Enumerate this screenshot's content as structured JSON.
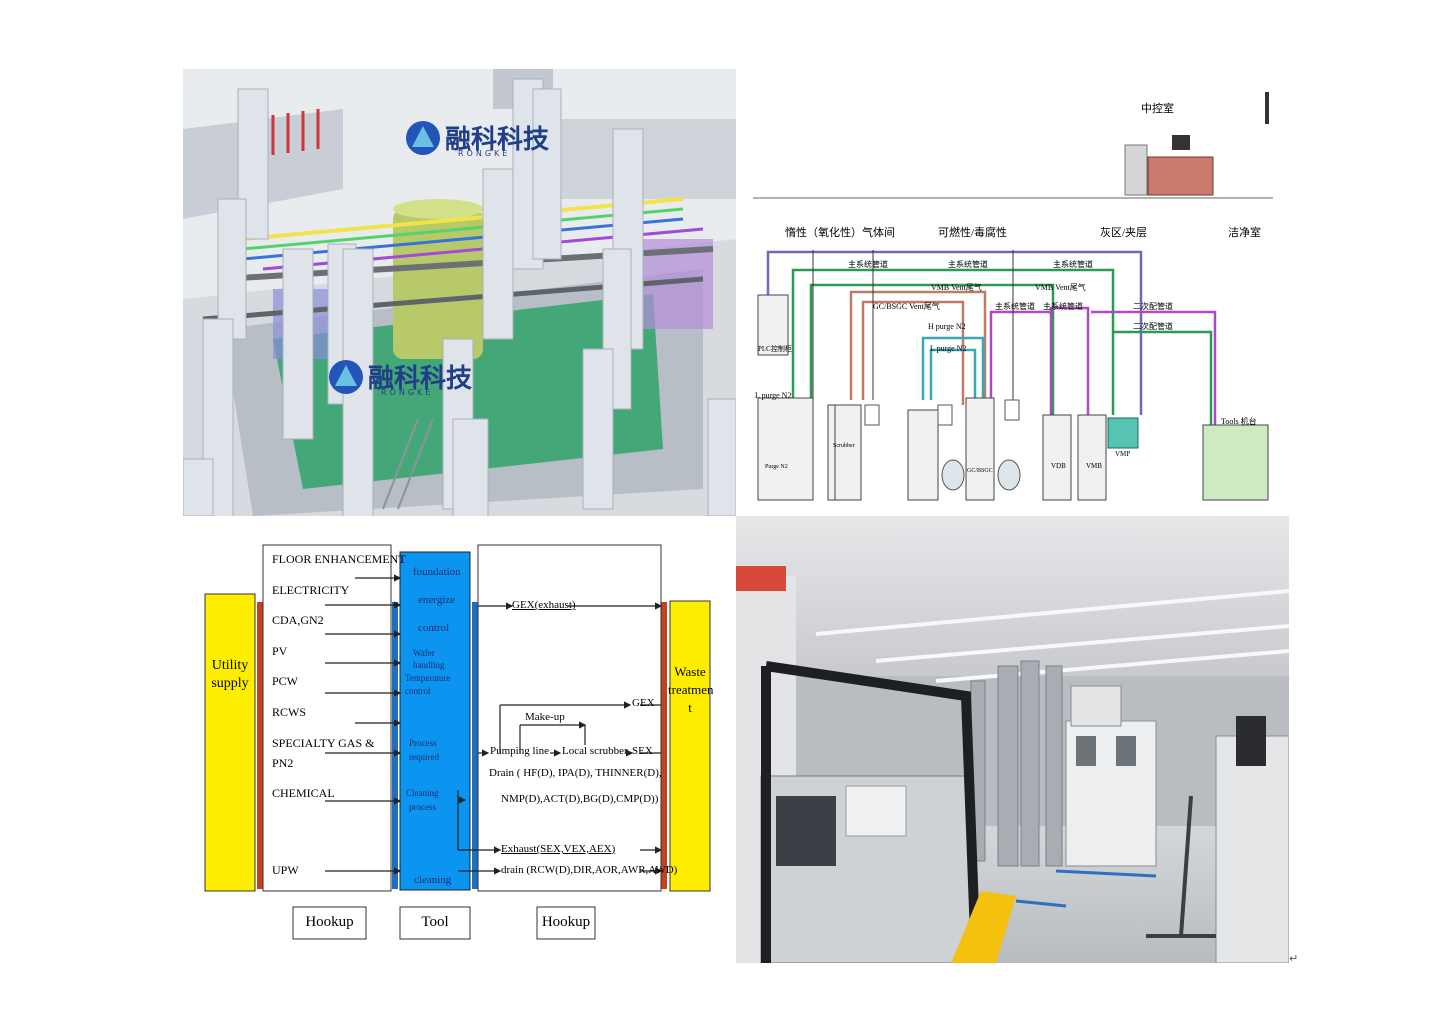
{
  "render_panel": {
    "logo_text": "融科科技",
    "logo_sub": "RONGKE"
  },
  "gas_panel": {
    "control_room": "中控室",
    "zone_inert": "惰性（氧化性）气体间",
    "zone_flammable": "可燃性/毒腐性",
    "zone_grey": "灰区/夹层",
    "zone_clean": "洁净室",
    "main_pipe": "主系统管道",
    "vmb_vent": "VMB Vent尾气",
    "gc_vent": "GC/BSGC Vent尾气",
    "h_purge": "H purge N2",
    "l_purge": "L purge N2",
    "l_purge2": "L purge N2",
    "secondary_pipe": "二次配管道",
    "plc": "PLC控制柜",
    "scrubber": "Scrubber",
    "purge_n2": "Purge N2",
    "gcbsgc": "GC/BSGC",
    "vdb": "VDB",
    "vmb": "VMB",
    "vmp": "VMP",
    "tools": "Tools 机台"
  },
  "flow_panel": {
    "utility": [
      "Utility",
      "supply"
    ],
    "waste": [
      "Waste",
      "treatmen",
      "t"
    ],
    "inputs": [
      "FLOOR ENHANCEMENT",
      "ELECTRICITY",
      "CDA,GN2",
      "PV",
      "PCW",
      "RCWS",
      "SPECIALTY GAS &",
      "PN2",
      "CHEMICAL",
      "UPW"
    ],
    "tool_labels": [
      "foundation",
      "energize",
      "control",
      "Wafer",
      "handling",
      "Temperature",
      "control",
      "Process",
      "required",
      "Cleaning",
      "process",
      "cleaning"
    ],
    "outputs": {
      "gex_exhaust": "GEX(exhaust)",
      "make_up": "Make-up",
      "gex": "GEX",
      "pumping": "Pumping line",
      "scrubber": "Local scrubber",
      "sex": "SEX",
      "drain1": "Drain ( HF(D), IPA(D), THINNER(D),",
      "drain2": "NMP(D),ACT(D),BG(D),CMP(D))",
      "exhaust": "Exhaust(SEX,VEX,AEX)",
      "drain3": "drain (RCW(D),DIR,AOR,AWR,AWD)"
    },
    "footer": [
      "Hookup",
      "Tool",
      "Hookup"
    ],
    "colors": {
      "yellow": "#ffee00",
      "blue": "#0b95f0",
      "red": "#c2431e"
    }
  },
  "trailing_mark": "↵"
}
